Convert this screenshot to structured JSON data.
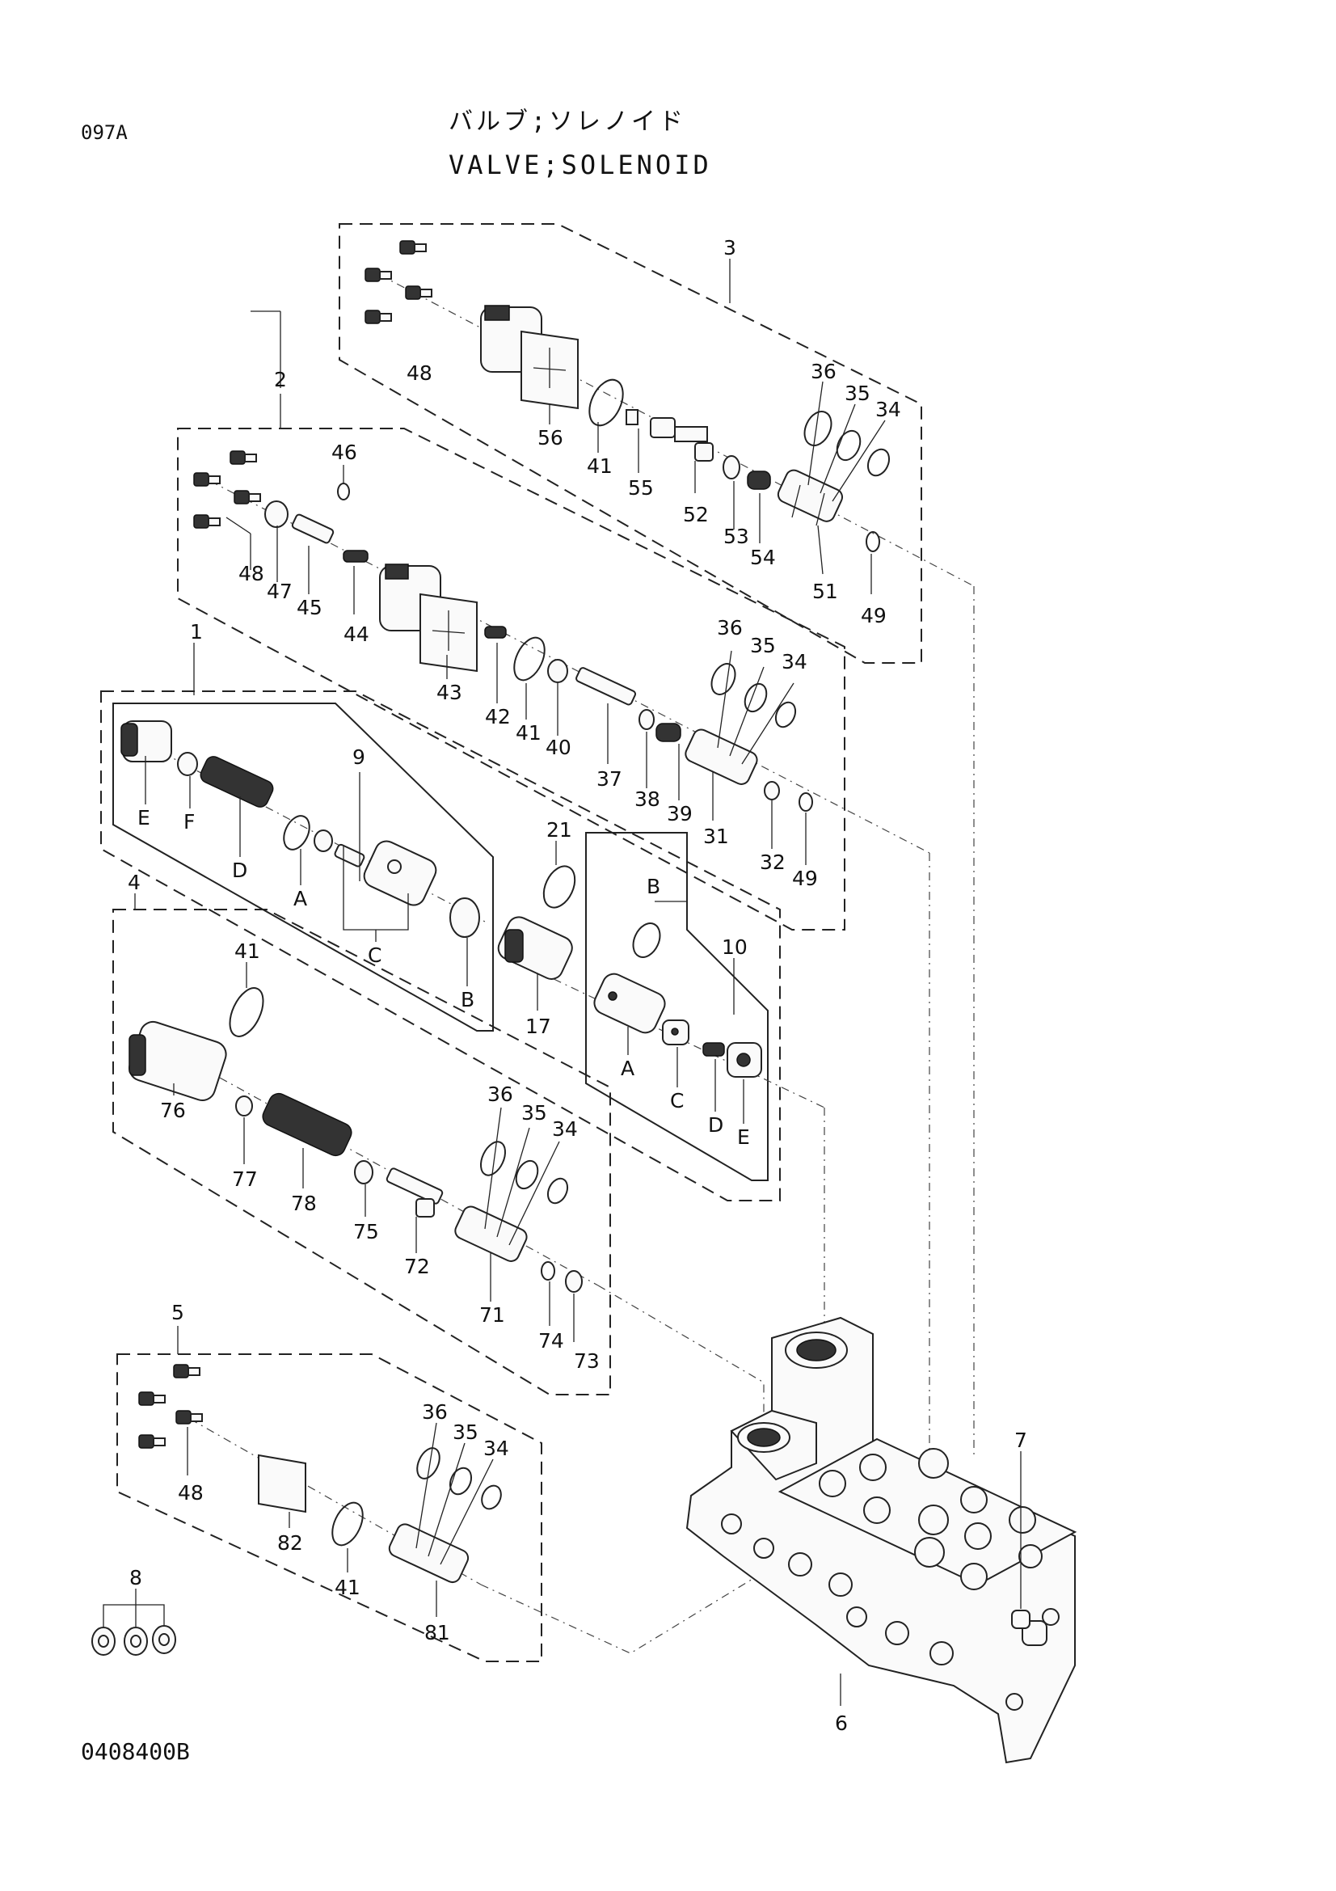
{
  "header": {
    "page_code": "097A",
    "title_jp": "バルブ;ソレノイド",
    "title_en": "VALVE;SOLENOID",
    "drawing_number": "0408400B"
  },
  "callouts": [
    "1",
    "2",
    "3",
    "4",
    "5",
    "6",
    "7",
    "8",
    "9",
    "10",
    "17",
    "21",
    "31",
    "32",
    "34",
    "35",
    "36",
    "37",
    "38",
    "39",
    "40",
    "41",
    "42",
    "43",
    "44",
    "45",
    "46",
    "47",
    "48",
    "49",
    "51",
    "52",
    "53",
    "54",
    "55",
    "56",
    "71",
    "72",
    "73",
    "74",
    "75",
    "76",
    "77",
    "78",
    "81",
    "82",
    "A",
    "B",
    "C",
    "D",
    "E",
    "F"
  ]
}
